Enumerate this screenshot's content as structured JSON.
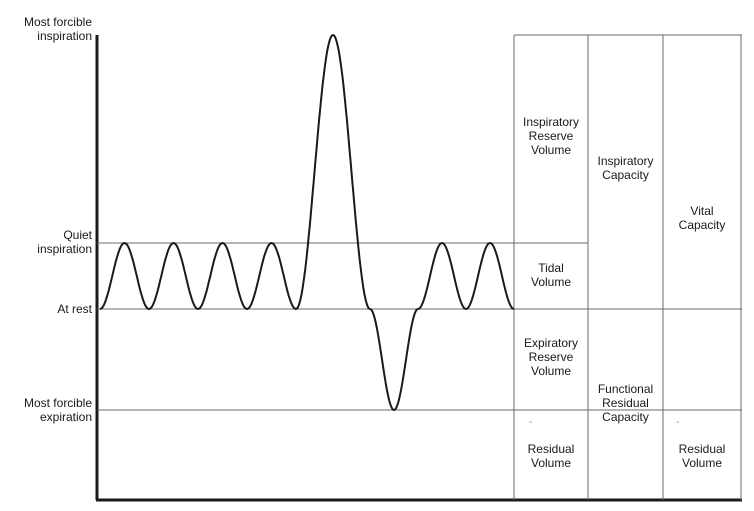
{
  "levels": {
    "most_forcible_inspiration": "Most forcible\ninspiration",
    "quiet_inspiration": "Quiet\ninspiration",
    "at_rest": "At rest",
    "most_forcible_expiration": "Most forcible\nexpiration"
  },
  "volumes": {
    "inspiratory_reserve_volume": "Inspiratory\nReserve\nVolume",
    "tidal_volume": "Tidal\nVolume",
    "expiratory_reserve_volume": "Expiratory\nReserve\nVolume",
    "residual_volume": "Residual\nVolume"
  },
  "capacities": {
    "inspiratory_capacity": "Inspiratory\nCapacity",
    "functional_residual_capacity": "Functional\nResidual\nCapacity",
    "vital_capacity": "Vital\nCapacity",
    "residual_volume": "Residual\nVolume"
  },
  "marks": {
    "dot": "-"
  },
  "colors": {
    "line": "#6b6b6b",
    "axis": "#1a1a1a",
    "curve": "#1a1a1a",
    "text": "#1a1a1a"
  }
}
